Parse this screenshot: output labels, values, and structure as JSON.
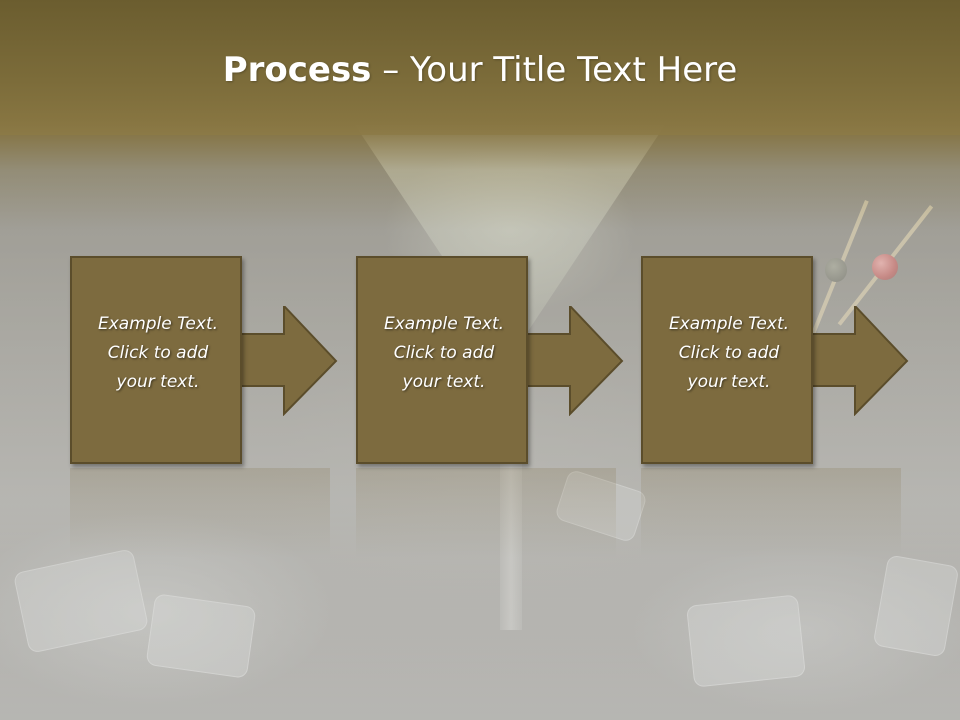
{
  "slide": {
    "title_bold": "Process",
    "title_rest": " – Your Title Text Here",
    "steps": [
      {
        "text": "Example Text.\nClick  to add\nyour text."
      },
      {
        "text": "Example Text.\nClick  to add\nyour text."
      },
      {
        "text": "Example Text.\nClick  to add\nyour text."
      }
    ]
  },
  "colors": {
    "title_band": "#7c6c3a",
    "box_fill": "#7d6b3f",
    "box_border": "#5b4d2b",
    "text": "#ffffff"
  },
  "icons": [
    "right-arrow-icon"
  ]
}
